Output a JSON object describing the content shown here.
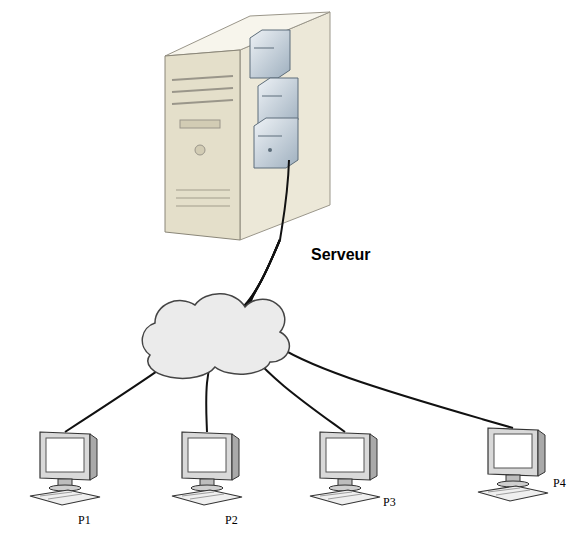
{
  "diagram": {
    "nodes": [
      {
        "text": [
          "Serveur"
        ]
      },
      {
        "text": [
          "P1"
        ]
      },
      {
        "text": [
          "P2"
        ]
      },
      {
        "text": [
          "P3"
        ]
      },
      {
        "text": [
          "P4"
        ]
      }
    ],
    "edges": [
      {
        "from": 0,
        "to": 1,
        "arrow": "none"
      },
      {
        "from": 0,
        "to": 2,
        "arrow": "none"
      },
      {
        "from": 0,
        "to": 3,
        "arrow": "none"
      },
      {
        "from": 0,
        "to": 4,
        "arrow": "none"
      }
    ]
  }
}
